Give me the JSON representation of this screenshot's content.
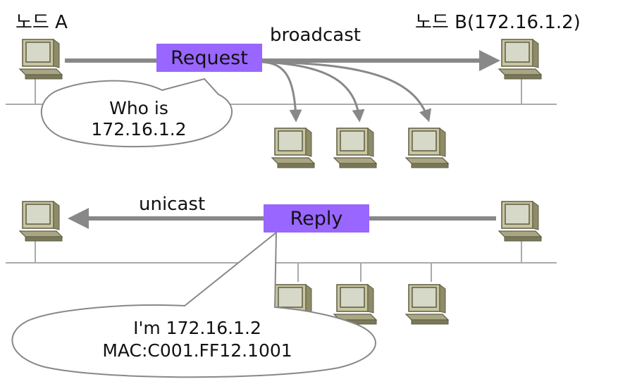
{
  "labels": {
    "node_a": "노드 A",
    "node_b": "노드 B(172.16.1.2)",
    "broadcast": "broadcast",
    "unicast": "unicast"
  },
  "boxes": {
    "request": "Request",
    "reply": "Reply"
  },
  "bubbles": {
    "who_line1": "Who is",
    "who_line2": "172.16.1.2",
    "im_line1": "I'm 172.16.1.2",
    "im_line2": "MAC:C001.FF12.1001"
  },
  "colors": {
    "box_fill": "#9966ff",
    "arrow": "#888888",
    "line": "#aaaaaa",
    "pc_body": "#c9c6a0",
    "pc_dark": "#6a6a50",
    "screen": "#d6d8c8"
  },
  "icons": [
    "computer-icon"
  ]
}
